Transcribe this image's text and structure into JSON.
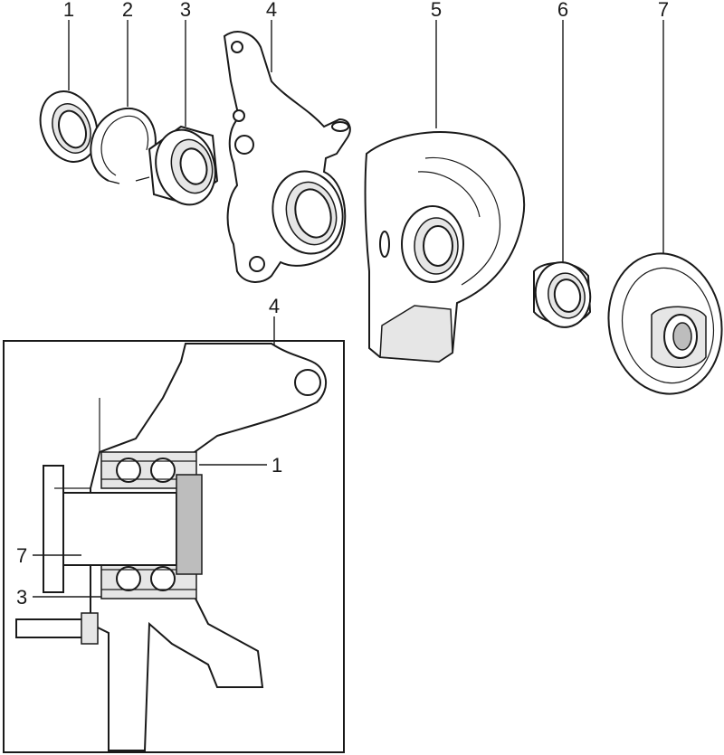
{
  "exploded_view": {
    "callouts": [
      "1",
      "2",
      "3",
      "4",
      "5",
      "6",
      "7"
    ]
  },
  "section_view": {
    "callouts": [
      "4",
      "1",
      "7",
      "3"
    ]
  }
}
